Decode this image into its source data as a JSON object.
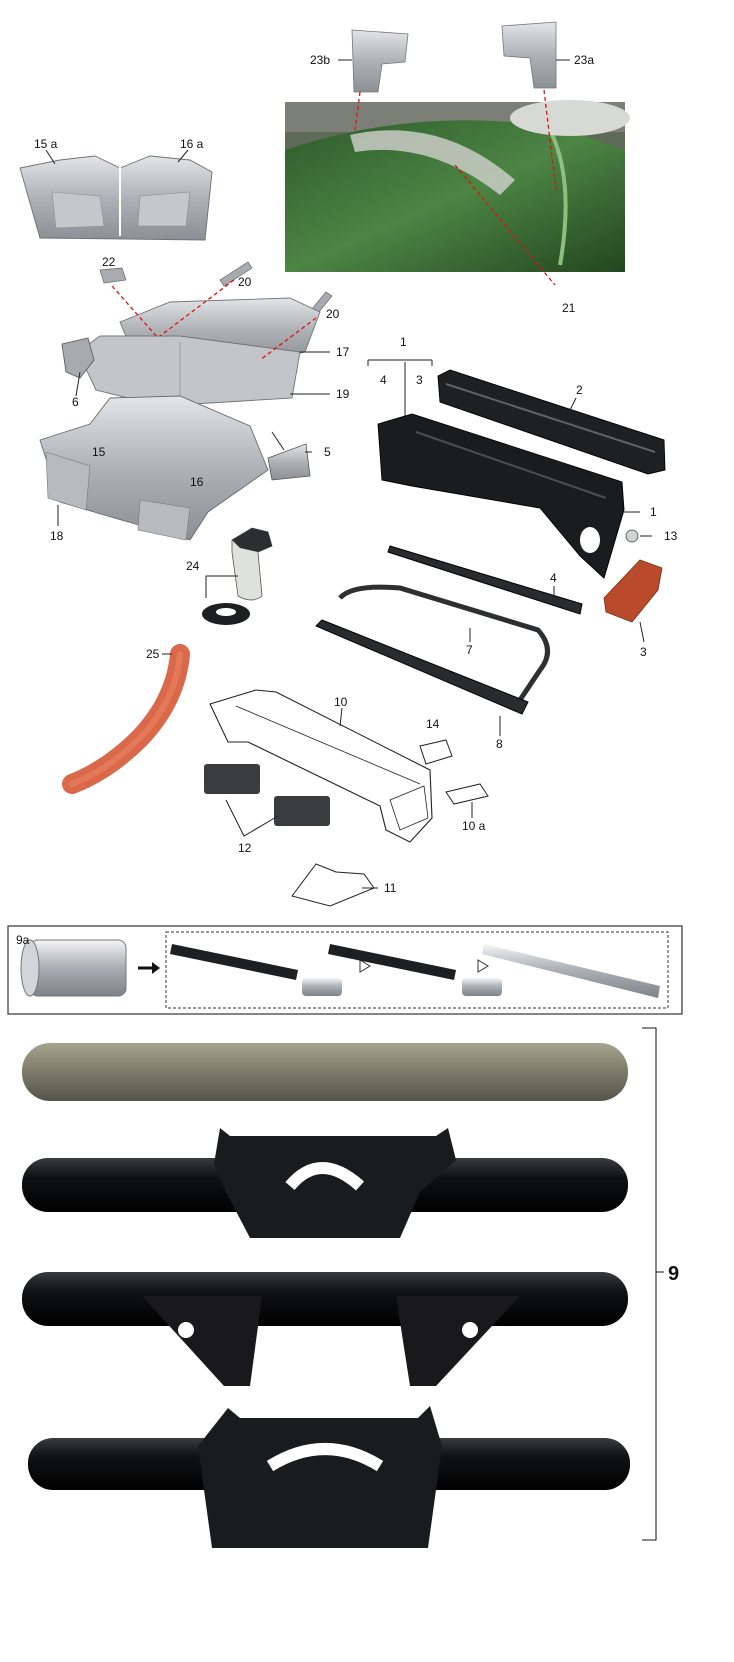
{
  "labels": {
    "l23b": "23b",
    "l23a": "23a",
    "l21": "21",
    "l15a": "15 a",
    "l16a": "16 a",
    "l22": "22",
    "l20a": "20",
    "l20b": "20",
    "l17": "17",
    "l19": "19",
    "l6": "6",
    "l15": "15",
    "l16": "16",
    "l18": "18",
    "l5": "5",
    "l1top": "1",
    "l4top": "4",
    "l3top": "3",
    "l2": "2",
    "l1": "1",
    "l13": "13",
    "l4": "4",
    "l7": "7",
    "l3": "3",
    "l8": "8",
    "l24": "24",
    "l25": "25",
    "l10": "10",
    "l14": "14",
    "l10a": "10 a",
    "l12": "12",
    "l11": "11",
    "l9a": "9a",
    "l9": "9"
  },
  "colors": {
    "steel": "#b9bcbf",
    "black_part": "#1b1c1e",
    "rubber_orange": "#d9694a",
    "car_green": "#3b6e35",
    "leader_red": "#e01010"
  }
}
